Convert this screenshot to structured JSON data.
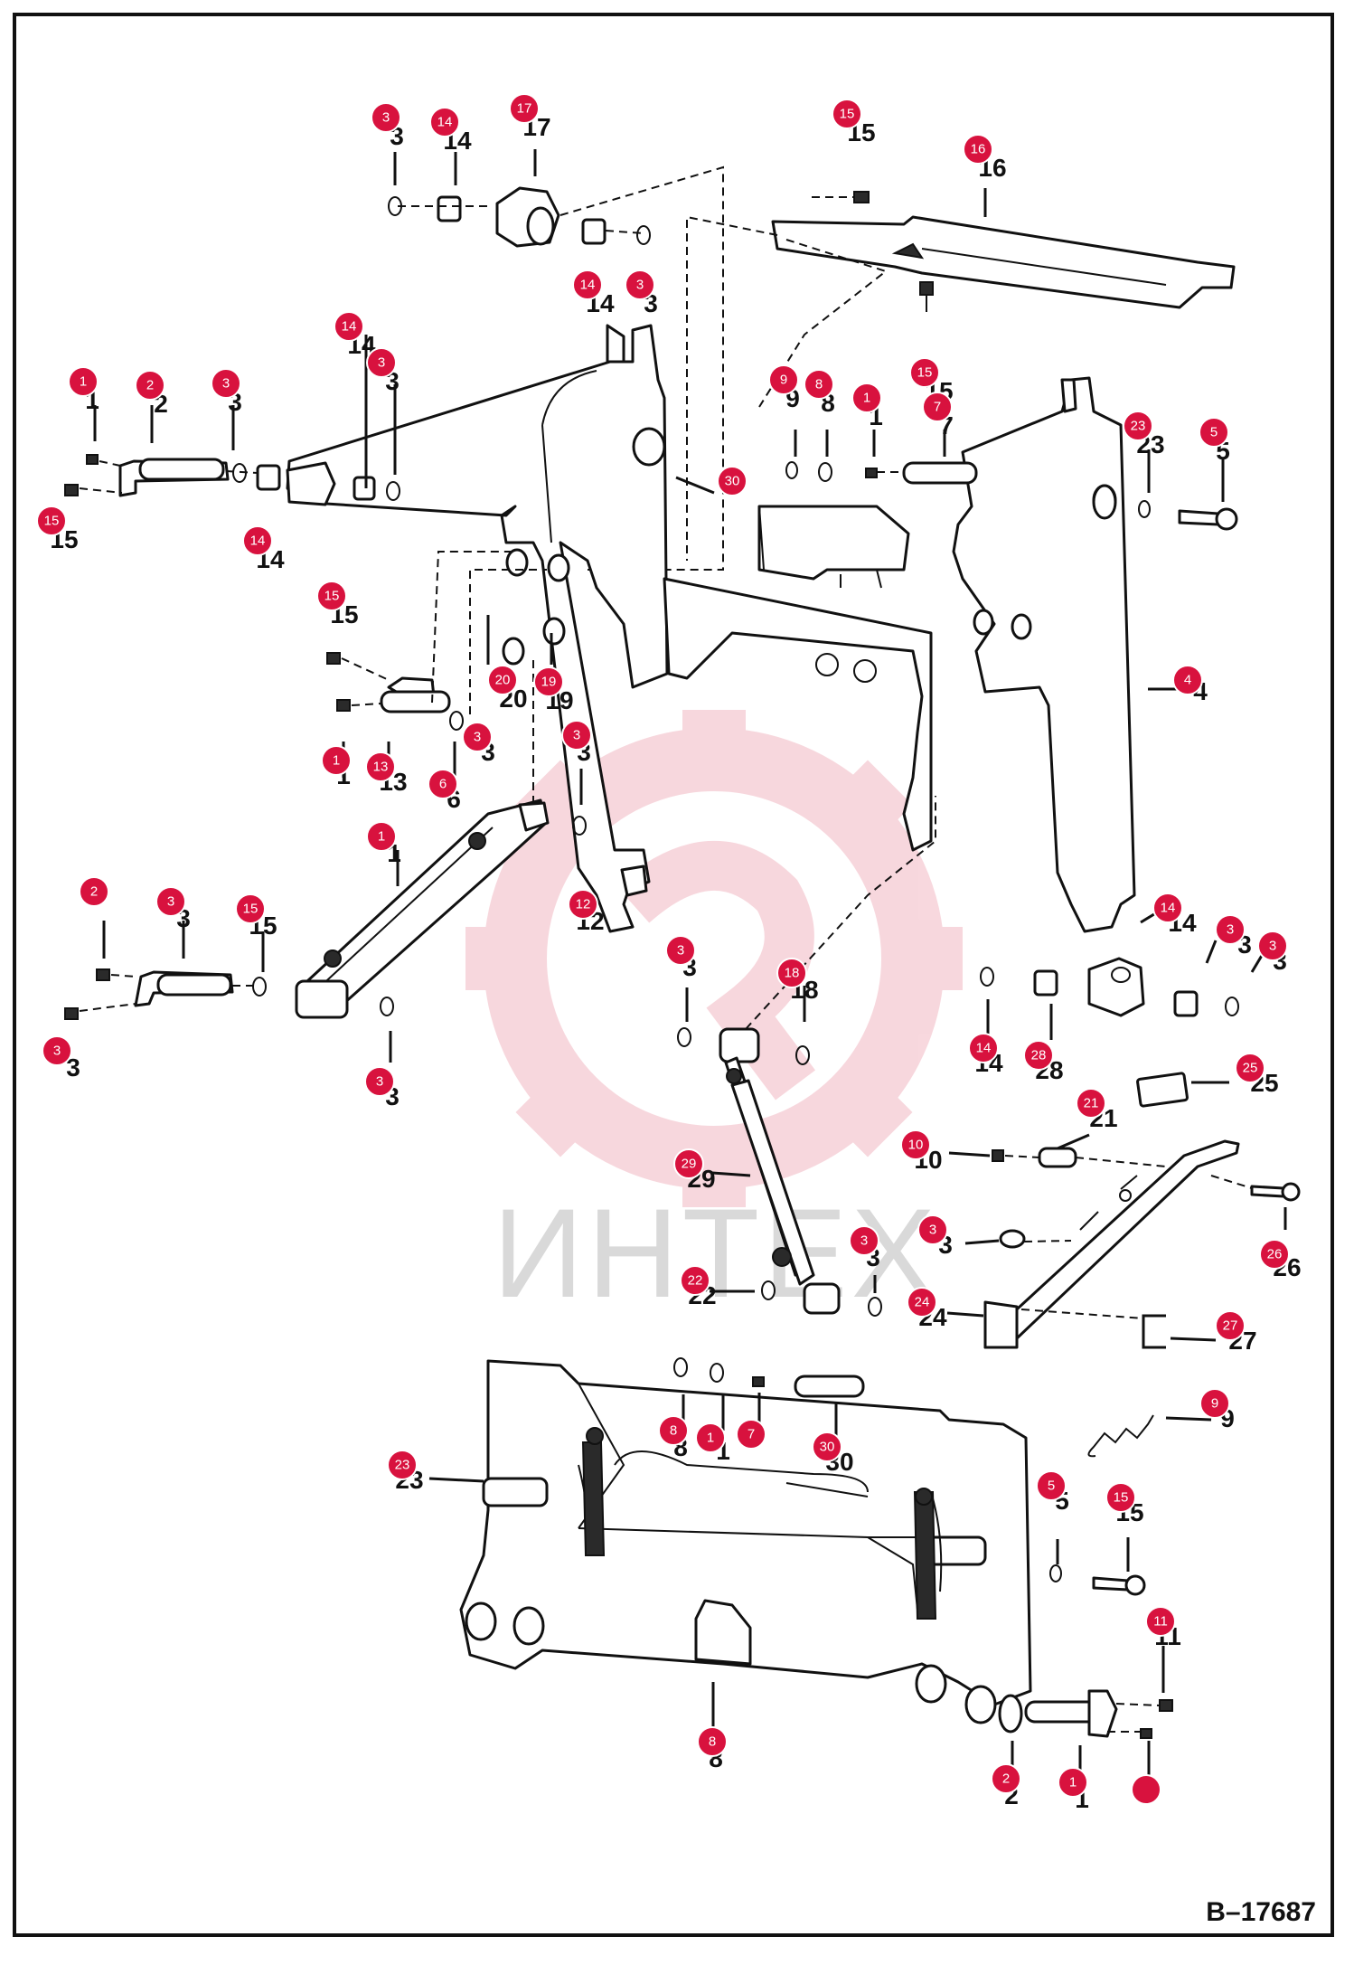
{
  "diagram_id": "B–17687",
  "watermark": {
    "text": "ИНТЕХ",
    "gear_color": "#f2b8c2",
    "text_color": "#d9d9d9"
  },
  "badge_color": "#d8123e",
  "callouts": [
    {
      "id": "c1",
      "n": "3"
    },
    {
      "id": "c2",
      "n": "14"
    },
    {
      "id": "c3",
      "n": "17"
    },
    {
      "id": "c4",
      "n": "14"
    },
    {
      "id": "c5",
      "n": "3"
    },
    {
      "id": "c6",
      "n": "15"
    },
    {
      "id": "c7",
      "n": "16"
    },
    {
      "id": "c8",
      "n": "15"
    },
    {
      "id": "c9",
      "n": "14"
    },
    {
      "id": "c10",
      "n": "3"
    },
    {
      "id": "c11",
      "n": "1"
    },
    {
      "id": "c12",
      "n": "2"
    },
    {
      "id": "c13",
      "n": "3"
    },
    {
      "id": "c14",
      "n": "15"
    },
    {
      "id": "c15",
      "n": "14"
    },
    {
      "id": "c16",
      "n": "9"
    },
    {
      "id": "c17",
      "n": "8"
    },
    {
      "id": "c18",
      "n": "1"
    },
    {
      "id": "c19",
      "n": "7"
    },
    {
      "id": "c20",
      "n": "23"
    },
    {
      "id": "c21",
      "n": "5"
    },
    {
      "id": "c22",
      "n": "30"
    },
    {
      "id": "c23",
      "n": "15"
    },
    {
      "id": "c24",
      "n": "20"
    },
    {
      "id": "c25",
      "n": "19"
    },
    {
      "id": "c26",
      "n": "4"
    },
    {
      "id": "c27",
      "n": "1"
    },
    {
      "id": "c28",
      "n": "13"
    },
    {
      "id": "c29",
      "n": "6"
    },
    {
      "id": "c30",
      "n": "3"
    },
    {
      "id": "c31",
      "n": "3"
    },
    {
      "id": "c32",
      "n": "12"
    },
    {
      "id": "c33",
      "n": "1"
    },
    {
      "id": "c34",
      "n": "2"
    },
    {
      "id": "c35",
      "n": "3"
    },
    {
      "id": "c36",
      "n": "15"
    },
    {
      "id": "c37",
      "n": "3"
    },
    {
      "id": "c38",
      "n": "3"
    },
    {
      "id": "c39",
      "n": "3"
    },
    {
      "id": "c40",
      "n": "18"
    },
    {
      "id": "c41",
      "n": "14"
    },
    {
      "id": "c42",
      "n": "3"
    },
    {
      "id": "c43",
      "n": "3"
    },
    {
      "id": "c44",
      "n": "14"
    },
    {
      "id": "c45",
      "n": "28"
    },
    {
      "id": "c46",
      "n": "25"
    },
    {
      "id": "c47",
      "n": "21"
    },
    {
      "id": "c48",
      "n": "10"
    },
    {
      "id": "c49",
      "n": "29"
    },
    {
      "id": "c50",
      "n": "26"
    },
    {
      "id": "c51",
      "n": "3"
    },
    {
      "id": "c52",
      "n": "3"
    },
    {
      "id": "c53",
      "n": "22"
    },
    {
      "id": "c54",
      "n": "24"
    },
    {
      "id": "c55",
      "n": "27"
    },
    {
      "id": "c56",
      "n": "9"
    },
    {
      "id": "c57",
      "n": "8"
    },
    {
      "id": "c58",
      "n": "1"
    },
    {
      "id": "c59",
      "n": "7"
    },
    {
      "id": "c60",
      "n": "30"
    },
    {
      "id": "c61",
      "n": "23"
    },
    {
      "id": "c62",
      "n": "5"
    },
    {
      "id": "c63",
      "n": "15"
    },
    {
      "id": "c64",
      "n": "11"
    },
    {
      "id": "c65",
      "n": "8"
    },
    {
      "id": "c66",
      "n": "2"
    },
    {
      "id": "c67",
      "n": "1"
    }
  ]
}
